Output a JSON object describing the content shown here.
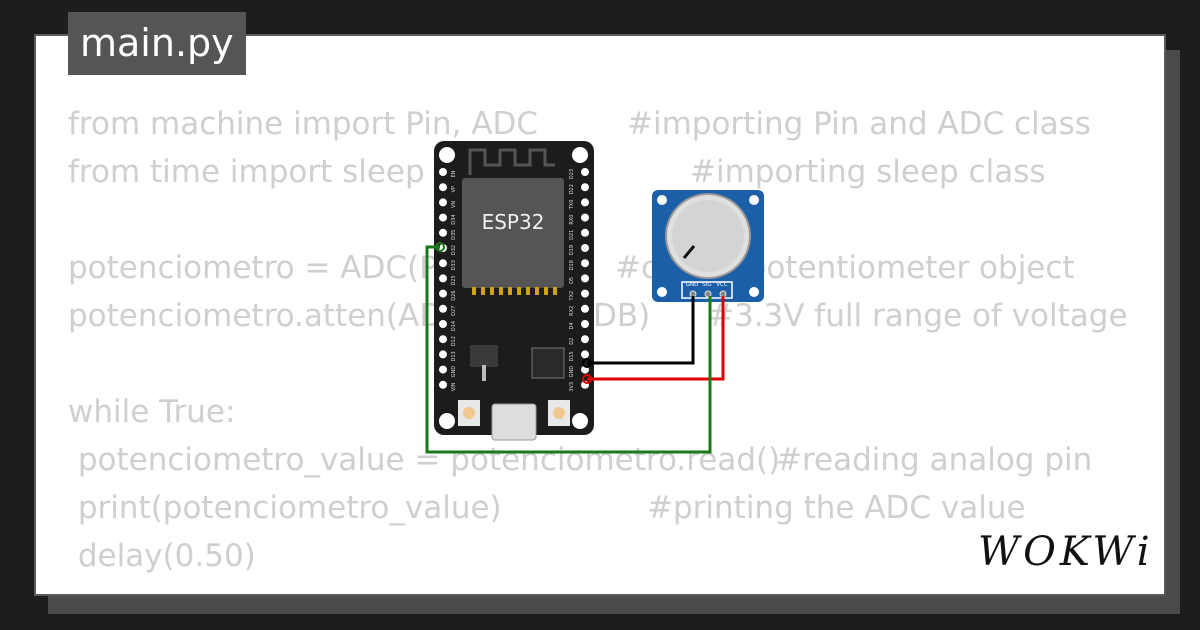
{
  "tab": {
    "title": "main.py"
  },
  "code": {
    "line1": "from machine import Pin, ADC",
    "line1_comment": "#importing Pin and ADC class",
    "line2": "from time import sleep as",
    "line2_comment": "#importing sleep class",
    "line3": "potenciometro = ADC(Pi",
    "line3_comment": "#c         potentiometer object",
    "line4": "potenciometro.atten(AD",
    "line4_mid": "DB)",
    "line4_comment": "#3.3V full range of voltage",
    "line5": "while True:",
    "line6": " potenciometro_value = potenciometro.read()",
    "line6_comment": "#reading analog pin",
    "line7": " print(potenciometro_value)",
    "line7_comment": "#printing the ADC value",
    "line8": " delay(0.50)"
  },
  "board": {
    "chip_label": "ESP32",
    "left_pins": [
      "EN",
      "VP",
      "VN",
      "D34",
      "D35",
      "D32",
      "D33",
      "D25",
      "D26",
      "D27",
      "D14",
      "D12",
      "D13",
      "GND",
      "VIN"
    ],
    "right_pins": [
      "D23",
      "D22",
      "TX0",
      "RX0",
      "D21",
      "D19",
      "D18",
      "D5",
      "TX2",
      "RX2",
      "D4",
      "D2",
      "D15",
      "GND",
      "3V3"
    ]
  },
  "potentiometer": {
    "pin_labels": [
      "GND",
      "SIG",
      "VCC"
    ]
  },
  "wires": {
    "gnd_color": "#000000",
    "vcc_color": "#e00000",
    "sig_color": "#1a7a1a"
  },
  "logo": {
    "text": "WOKWi"
  }
}
